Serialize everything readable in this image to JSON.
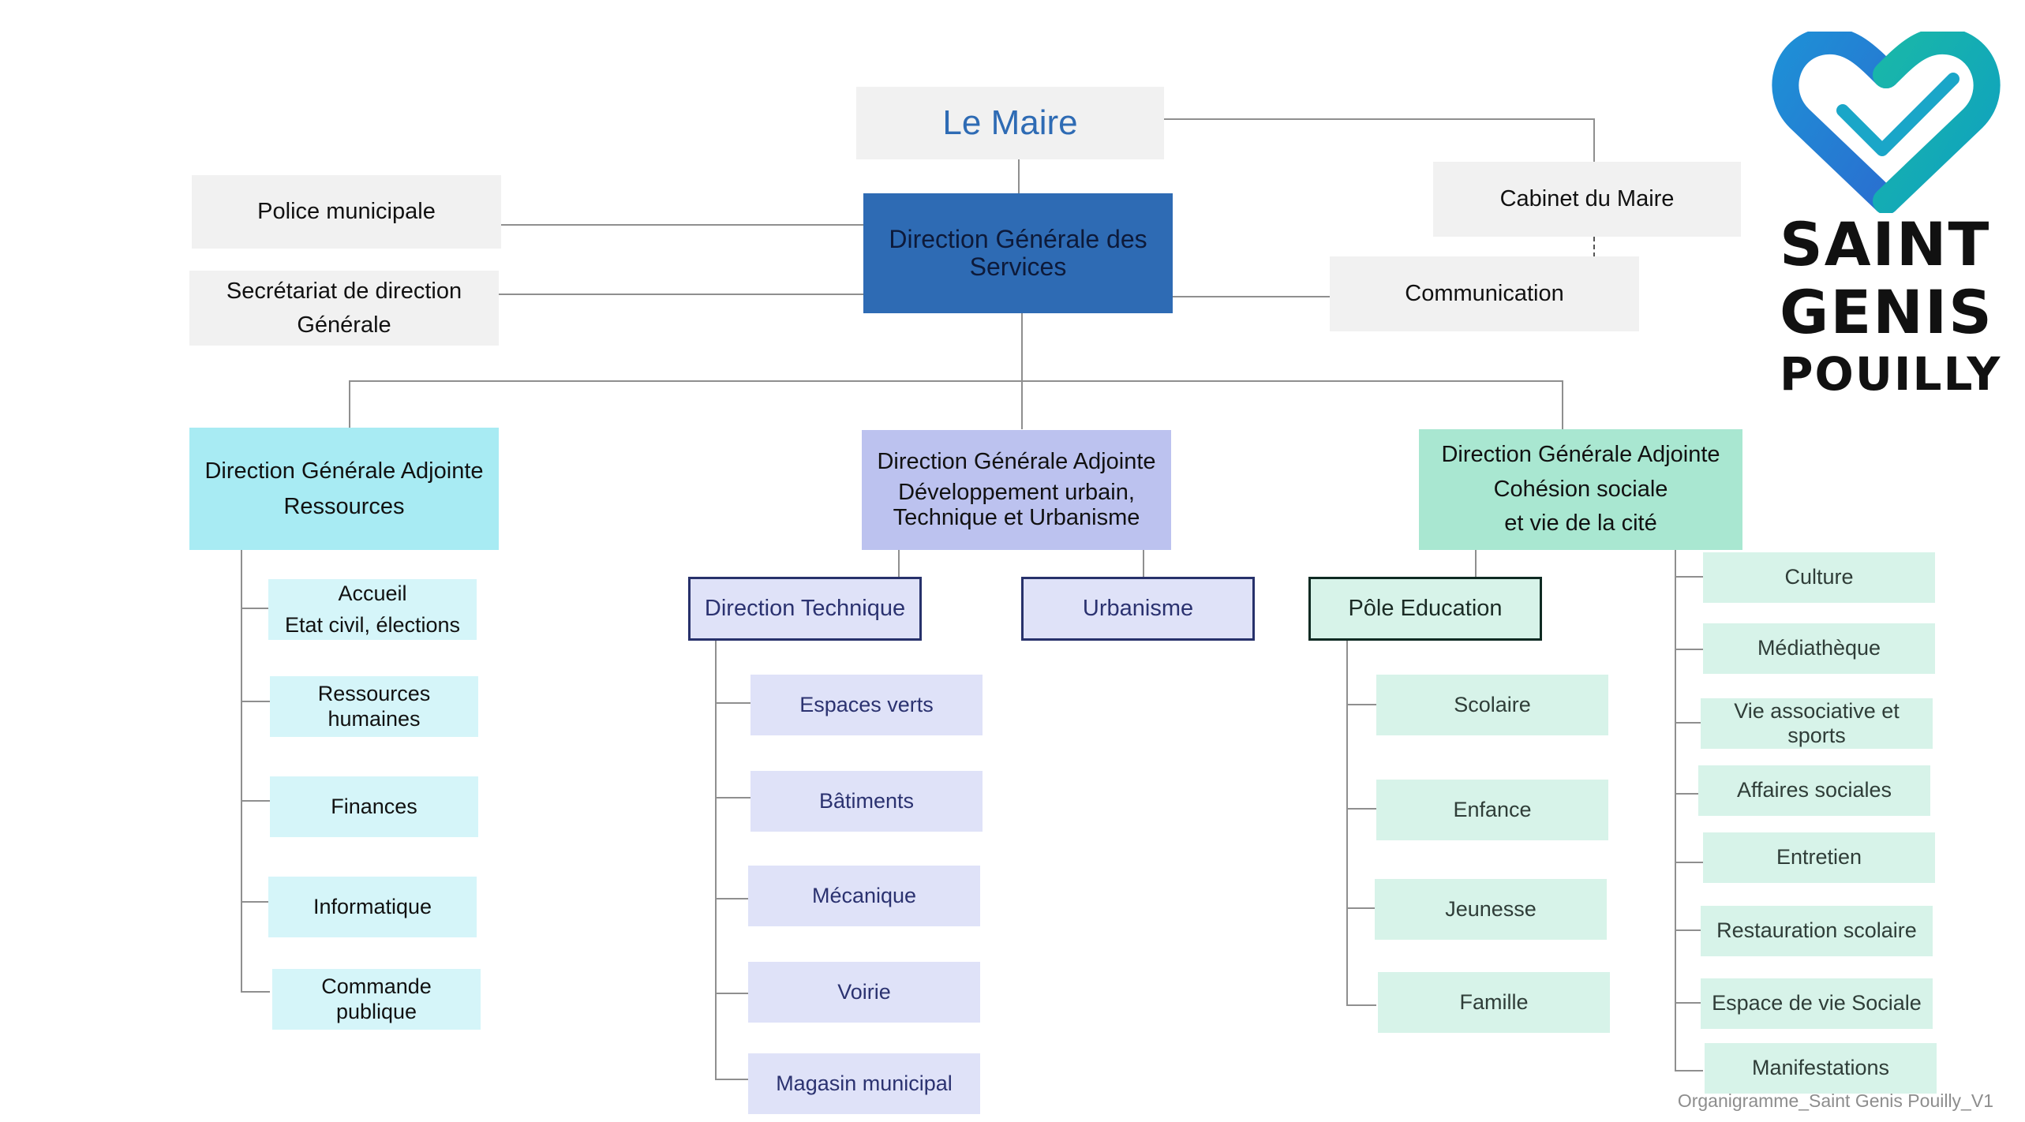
{
  "top": {
    "maire": "Le Maire",
    "cabinet": "Cabinet du Maire",
    "police": "Police municipale",
    "secretariat": [
      "Secrétariat de direction",
      "Générale"
    ],
    "communication": "Communication",
    "dgs": [
      "Direction Générale des",
      "Services"
    ]
  },
  "dga_ressources": {
    "title": [
      "Direction Générale Adjointe",
      "Ressources"
    ],
    "items": [
      [
        "Accueil",
        "Etat civil, élections"
      ],
      [
        "Ressources",
        "humaines"
      ],
      [
        "Finances"
      ],
      [
        "Informatique"
      ],
      [
        "Commande",
        "publique"
      ]
    ]
  },
  "dga_urbain": {
    "title": [
      "Direction Générale Adjointe",
      "Développement urbain,",
      "Technique et Urbanisme"
    ],
    "direction_technique": "Direction Technique",
    "urbanisme": "Urbanisme",
    "tech_items": [
      "Espaces verts",
      "Bâtiments",
      "Mécanique",
      "Voirie",
      "Magasin municipal"
    ]
  },
  "dga_cohesion": {
    "title": [
      "Direction Générale Adjointe",
      "Cohésion sociale",
      "et vie de la cité"
    ],
    "pole_education": "Pôle Education",
    "education_items": [
      "Scolaire",
      "Enfance",
      "Jeunesse",
      "Famille"
    ],
    "items": [
      [
        "Culture"
      ],
      [
        "Médiathèque"
      ],
      [
        "Vie associative et",
        "sports"
      ],
      [
        "Affaires sociales"
      ],
      [
        "Entretien"
      ],
      [
        "Restauration scolaire"
      ],
      [
        "Espace de vie Sociale"
      ],
      [
        "Manifestations"
      ]
    ]
  },
  "logo": {
    "line1": "SAINT",
    "line2": "GENIS",
    "line3": "POUILLY",
    "color_blue": "#1e8fd6",
    "color_teal": "#19b7a9"
  },
  "footer": "Organigramme_Saint Genis Pouilly_V1"
}
